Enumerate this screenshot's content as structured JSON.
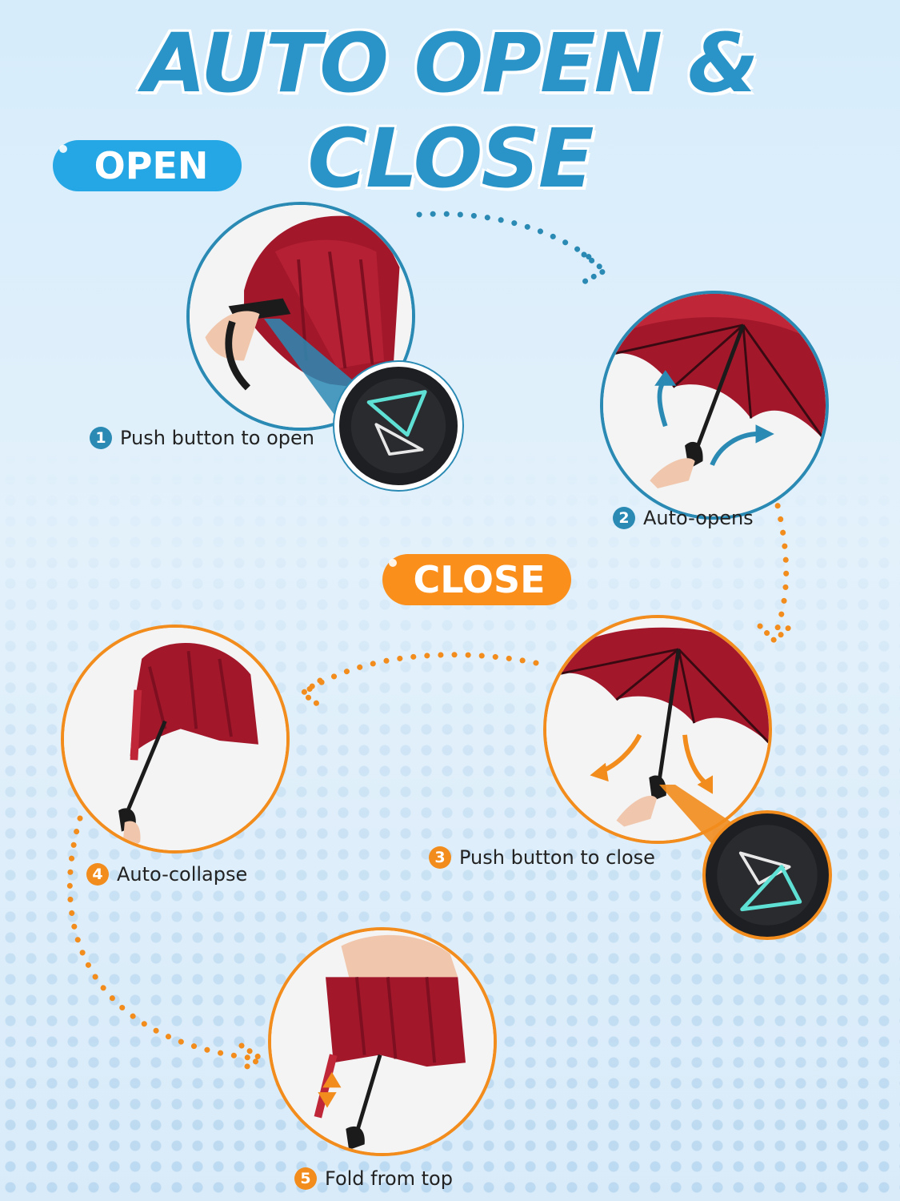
{
  "title": "AUTO OPEN & CLOSE",
  "sections": {
    "open_label": "OPEN",
    "close_label": "CLOSE"
  },
  "steps": [
    {
      "number": "1",
      "label": "Push button to open"
    },
    {
      "number": "2",
      "label": "Auto-opens"
    },
    {
      "number": "3",
      "label": "Push button to close"
    },
    {
      "number": "4",
      "label": "Auto-collapse"
    },
    {
      "number": "5",
      "label": "Fold from top"
    }
  ],
  "colors": {
    "blue_accent": "#2a8ab4",
    "open_pill": "#24a7e4",
    "orange_accent": "#f28c1d",
    "close_pill": "#fa8f1c",
    "umbrella_red": "#a3172b",
    "button_black": "#1e1f22",
    "button_teal": "#5fe0d4"
  },
  "icons": {
    "button_symbol": "triangle-arrow-icon",
    "flow_arrow": "dotted-arrow-icon",
    "motion_arrow": "curved-arrow-icon"
  }
}
